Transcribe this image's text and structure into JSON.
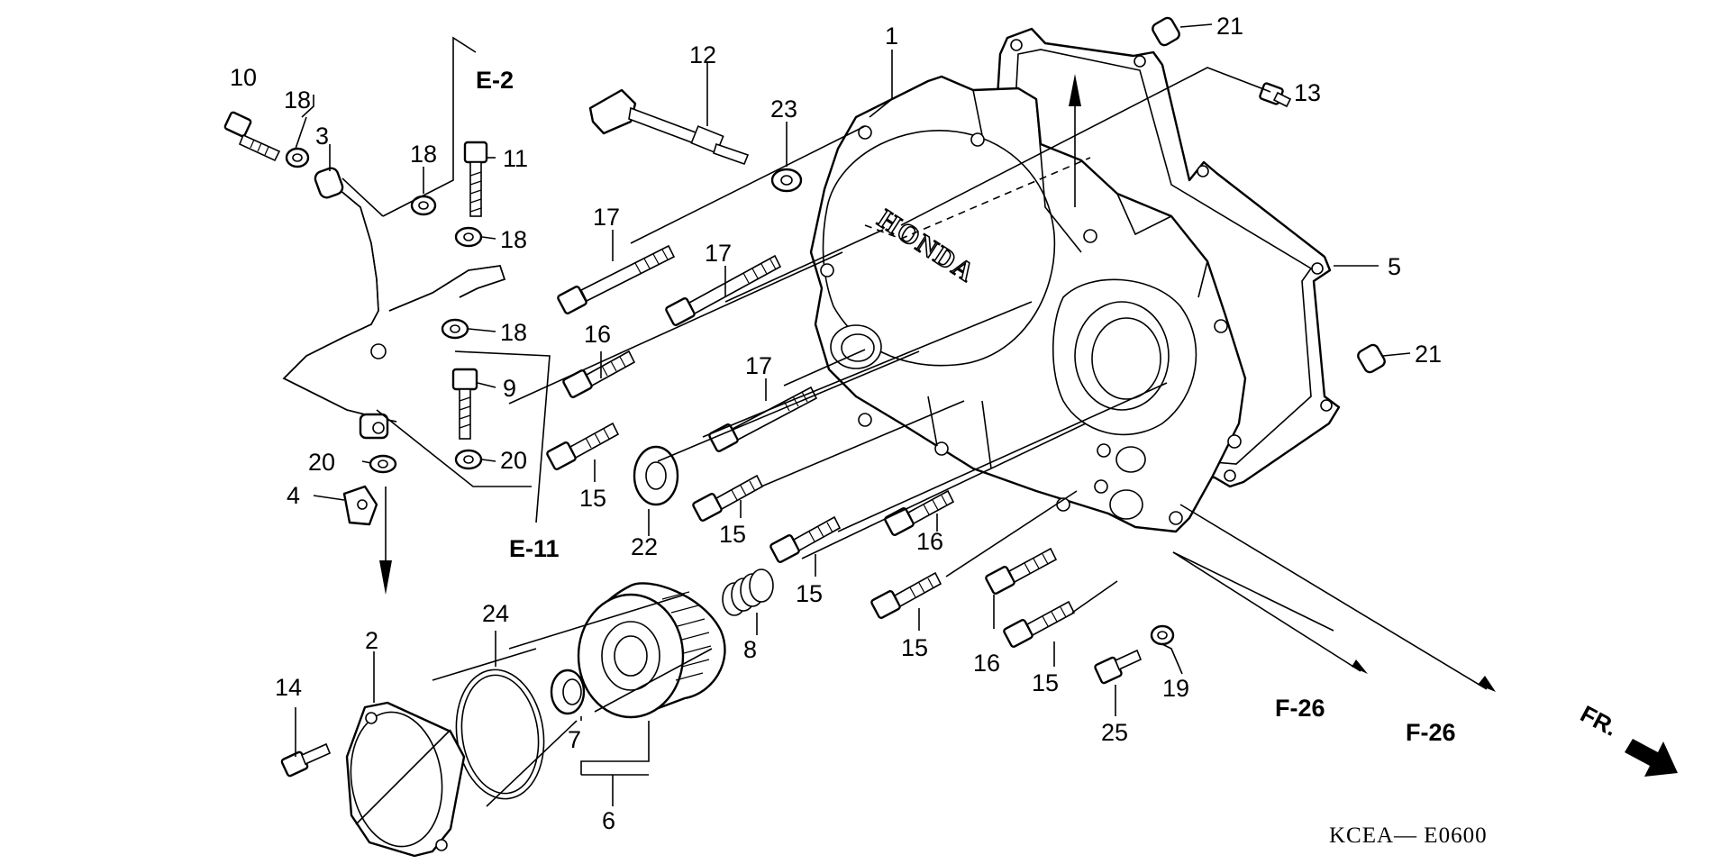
{
  "diagram": {
    "code": "KCEA— E0600",
    "brand": "HONDA",
    "direction": "FR.",
    "callouts": [
      {
        "id": "c1",
        "text": "1"
      },
      {
        "id": "c2",
        "text": "2"
      },
      {
        "id": "c3",
        "text": "3"
      },
      {
        "id": "c4",
        "text": "4"
      },
      {
        "id": "c5",
        "text": "5"
      },
      {
        "id": "c6",
        "text": "6"
      },
      {
        "id": "c7",
        "text": "7"
      },
      {
        "id": "c8",
        "text": "8"
      },
      {
        "id": "c9",
        "text": "9"
      },
      {
        "id": "c10",
        "text": "10"
      },
      {
        "id": "c11",
        "text": "11"
      },
      {
        "id": "c12",
        "text": "12"
      },
      {
        "id": "c13",
        "text": "13"
      },
      {
        "id": "c14",
        "text": "14"
      },
      {
        "id": "c15a",
        "text": "15"
      },
      {
        "id": "c15b",
        "text": "15"
      },
      {
        "id": "c15c",
        "text": "15"
      },
      {
        "id": "c15d",
        "text": "15"
      },
      {
        "id": "c15e",
        "text": "15"
      },
      {
        "id": "c16a",
        "text": "16"
      },
      {
        "id": "c16b",
        "text": "16"
      },
      {
        "id": "c16c",
        "text": "16"
      },
      {
        "id": "c17a",
        "text": "17"
      },
      {
        "id": "c17b",
        "text": "17"
      },
      {
        "id": "c17c",
        "text": "17"
      },
      {
        "id": "c18a",
        "text": "18"
      },
      {
        "id": "c18b",
        "text": "18"
      },
      {
        "id": "c18c",
        "text": "18"
      },
      {
        "id": "c18d",
        "text": "18"
      },
      {
        "id": "c19",
        "text": "19"
      },
      {
        "id": "c20a",
        "text": "20"
      },
      {
        "id": "c20b",
        "text": "20"
      },
      {
        "id": "c21a",
        "text": "21"
      },
      {
        "id": "c21b",
        "text": "21"
      },
      {
        "id": "c22",
        "text": "22"
      },
      {
        "id": "c23",
        "text": "23"
      },
      {
        "id": "c24",
        "text": "24"
      },
      {
        "id": "c25",
        "text": "25"
      }
    ],
    "references": [
      {
        "id": "r1",
        "text": "E-2"
      },
      {
        "id": "r2",
        "text": "E-11"
      },
      {
        "id": "r3",
        "text": "F-26"
      },
      {
        "id": "r4",
        "text": "F-26"
      }
    ]
  }
}
